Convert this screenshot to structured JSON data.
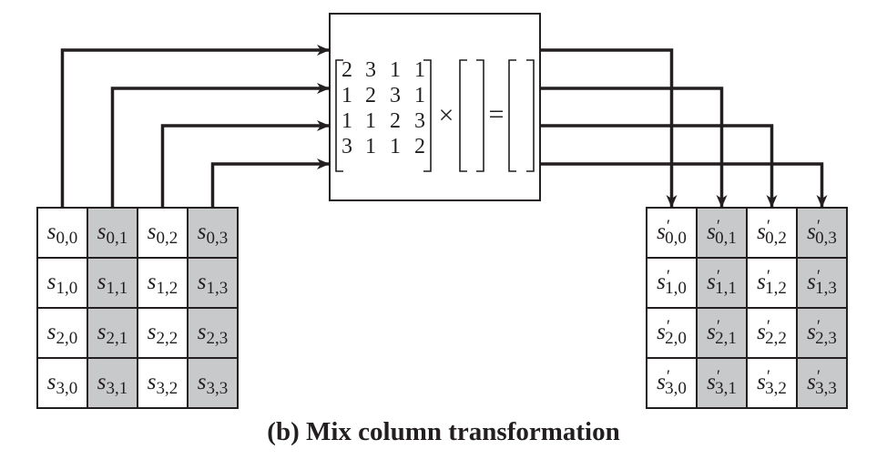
{
  "caption": "(b) Mix column transformation",
  "colors": {
    "line": "#231f20",
    "shaded_cell": "#c8c9cb",
    "plain_cell": "#ffffff"
  },
  "matrix": {
    "rows": [
      [
        "2",
        "3",
        "1",
        "1"
      ],
      [
        "1",
        "2",
        "3",
        "1"
      ],
      [
        "1",
        "1",
        "2",
        "3"
      ],
      [
        "3",
        "1",
        "1",
        "2"
      ]
    ],
    "multiply_symbol": "×",
    "equals_symbol": "="
  },
  "input_state": {
    "symbol": "s",
    "prime": false,
    "shaded_columns": [
      1,
      3
    ],
    "cells": [
      [
        "0,0",
        "0,1",
        "0,2",
        "0,3"
      ],
      [
        "1,0",
        "1,1",
        "1,2",
        "1,3"
      ],
      [
        "2,0",
        "2,1",
        "2,2",
        "2,3"
      ],
      [
        "3,0",
        "3,1",
        "3,2",
        "3,3"
      ]
    ]
  },
  "output_state": {
    "symbol": "s",
    "prime": true,
    "shaded_columns": [
      1,
      3
    ],
    "cells": [
      [
        "0,0",
        "0,1",
        "0,2",
        "0,3"
      ],
      [
        "1,0",
        "1,1",
        "1,2",
        "1,3"
      ],
      [
        "2,0",
        "2,1",
        "2,2",
        "2,3"
      ],
      [
        "3,0",
        "3,1",
        "3,2",
        "3,3"
      ]
    ]
  },
  "connections": {
    "inputs": [
      {
        "from": "input column 0",
        "to": "matrix row 0"
      },
      {
        "from": "input column 1",
        "to": "matrix row 1"
      },
      {
        "from": "input column 2",
        "to": "matrix row 2"
      },
      {
        "from": "input column 3",
        "to": "matrix row 3"
      }
    ],
    "outputs": [
      {
        "from": "result row 0",
        "to": "output column 0"
      },
      {
        "from": "result row 1",
        "to": "output column 1"
      },
      {
        "from": "result row 2",
        "to": "output column 2"
      },
      {
        "from": "result row 3",
        "to": "output column 3"
      }
    ]
  }
}
